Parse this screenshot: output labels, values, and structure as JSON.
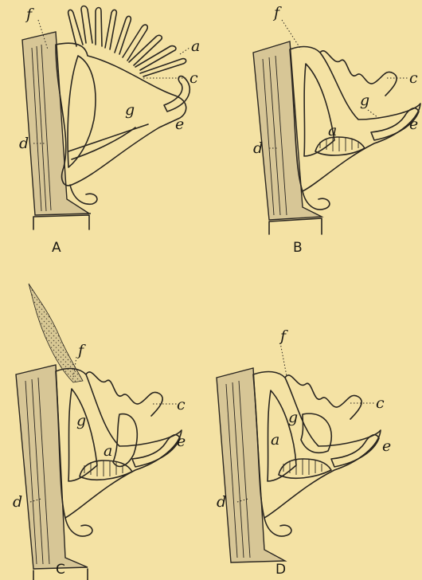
{
  "panels": [
    {
      "caption": "A",
      "labels": {
        "f": "f",
        "a": "a",
        "c": "c",
        "g": "g",
        "d": "d",
        "e": "e"
      }
    },
    {
      "caption": "B",
      "labels": {
        "f": "f",
        "c": "c",
        "g": "g",
        "a": "a",
        "d": "d",
        "e": "e"
      }
    },
    {
      "caption": "C",
      "labels": {
        "f": "f",
        "c": "c",
        "g": "g",
        "a": "a",
        "d": "d",
        "e": "e"
      }
    },
    {
      "caption": "D",
      "labels": {
        "f": "f",
        "c": "c",
        "g": "g",
        "a": "a",
        "d": "d",
        "e": "e"
      }
    }
  ]
}
